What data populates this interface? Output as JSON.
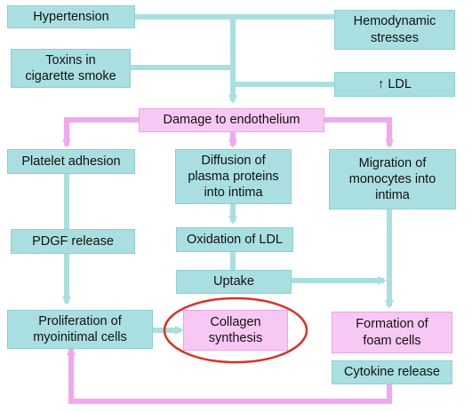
{
  "nodes": {
    "hypertension": "Hypertension",
    "hemodynamic": "Hemodynamic\nstresses",
    "toxins": "Toxins in\ncigarette smoke",
    "ldl": "↑ LDL",
    "damage": "Damage to endothelium",
    "platelet": "Platelet adhesion",
    "diffusion": "Diffusion of\nplasma proteins\ninto intima",
    "migration": "Migration of\nmonocytes into\nintima",
    "pdgf": "PDGF release",
    "oxidation": "Oxidation of LDL",
    "uptake": "Uptake",
    "proliferation": "Proliferation of\nmyoinitimal cells",
    "collagen": "Collagen\nsynthesis",
    "foam": "Formation of\nfoam cells",
    "cytokine": "Cytokine release"
  },
  "colors": {
    "box_fill": "#a9dfe1",
    "highlight_fill": "#f8c8f4",
    "teal_line": "#a9dfe1",
    "pink_line": "#f1a8ee",
    "ellipse_stroke": "#d8322a"
  }
}
